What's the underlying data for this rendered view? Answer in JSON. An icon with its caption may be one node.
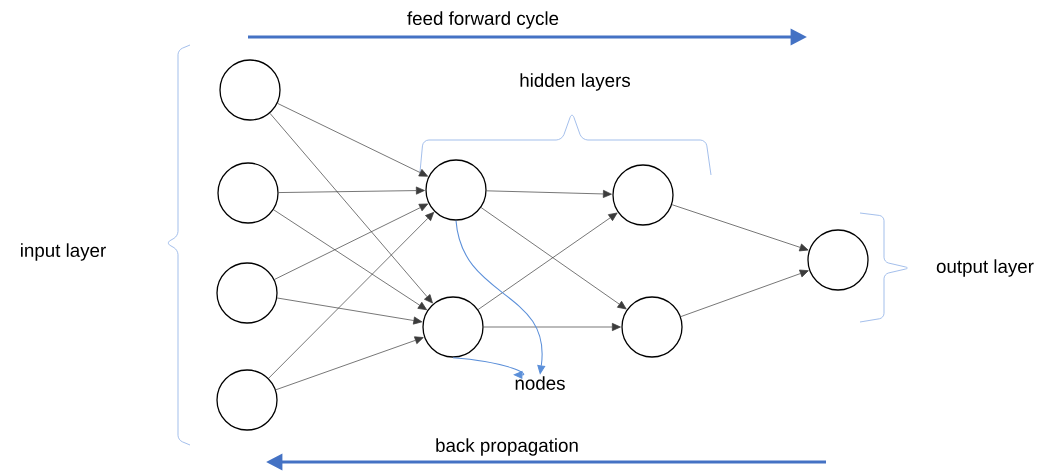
{
  "diagram": {
    "nodes": [
      {
        "text": [],
        "shape": "circle"
      },
      {
        "text": [],
        "shape": "circle"
      },
      {
        "text": [],
        "shape": "circle"
      },
      {
        "text": [],
        "shape": "circle"
      },
      {
        "text": [],
        "shape": "circle"
      },
      {
        "text": [],
        "shape": "circle"
      },
      {
        "text": [],
        "shape": "circle"
      },
      {
        "text": [],
        "shape": "circle"
      },
      {
        "text": [],
        "shape": "circle"
      },
      {
        "text": [
          "nodes"
        ]
      }
    ],
    "edges": [
      {
        "from": 0,
        "to": 4,
        "arrow": "to"
      },
      {
        "from": 0,
        "to": 5,
        "arrow": "to"
      },
      {
        "from": 1,
        "to": 4,
        "arrow": "to"
      },
      {
        "from": 1,
        "to": 5,
        "arrow": "to"
      },
      {
        "from": 2,
        "to": 4,
        "arrow": "to"
      },
      {
        "from": 2,
        "to": 5,
        "arrow": "to"
      },
      {
        "from": 3,
        "to": 4,
        "arrow": "to"
      },
      {
        "from": 3,
        "to": 5,
        "arrow": "to"
      },
      {
        "from": 4,
        "to": 6,
        "arrow": "to"
      },
      {
        "from": 4,
        "to": 7,
        "arrow": "to"
      },
      {
        "from": 5,
        "to": 6,
        "arrow": "to"
      },
      {
        "from": 5,
        "to": 7,
        "arrow": "to"
      },
      {
        "from": 6,
        "to": 8,
        "arrow": "to"
      },
      {
        "from": 7,
        "to": 8,
        "arrow": "to"
      },
      {
        "from": 4,
        "to": 9,
        "arrow": "to",
        "color": "#5b8fd9"
      },
      {
        "from": 5,
        "to": 9,
        "arrow": "to",
        "color": "#5b8fd9"
      }
    ],
    "labels": [
      "feed forward cycle",
      "hidden layers",
      "input layer",
      "output layer",
      "back propagation"
    ]
  }
}
